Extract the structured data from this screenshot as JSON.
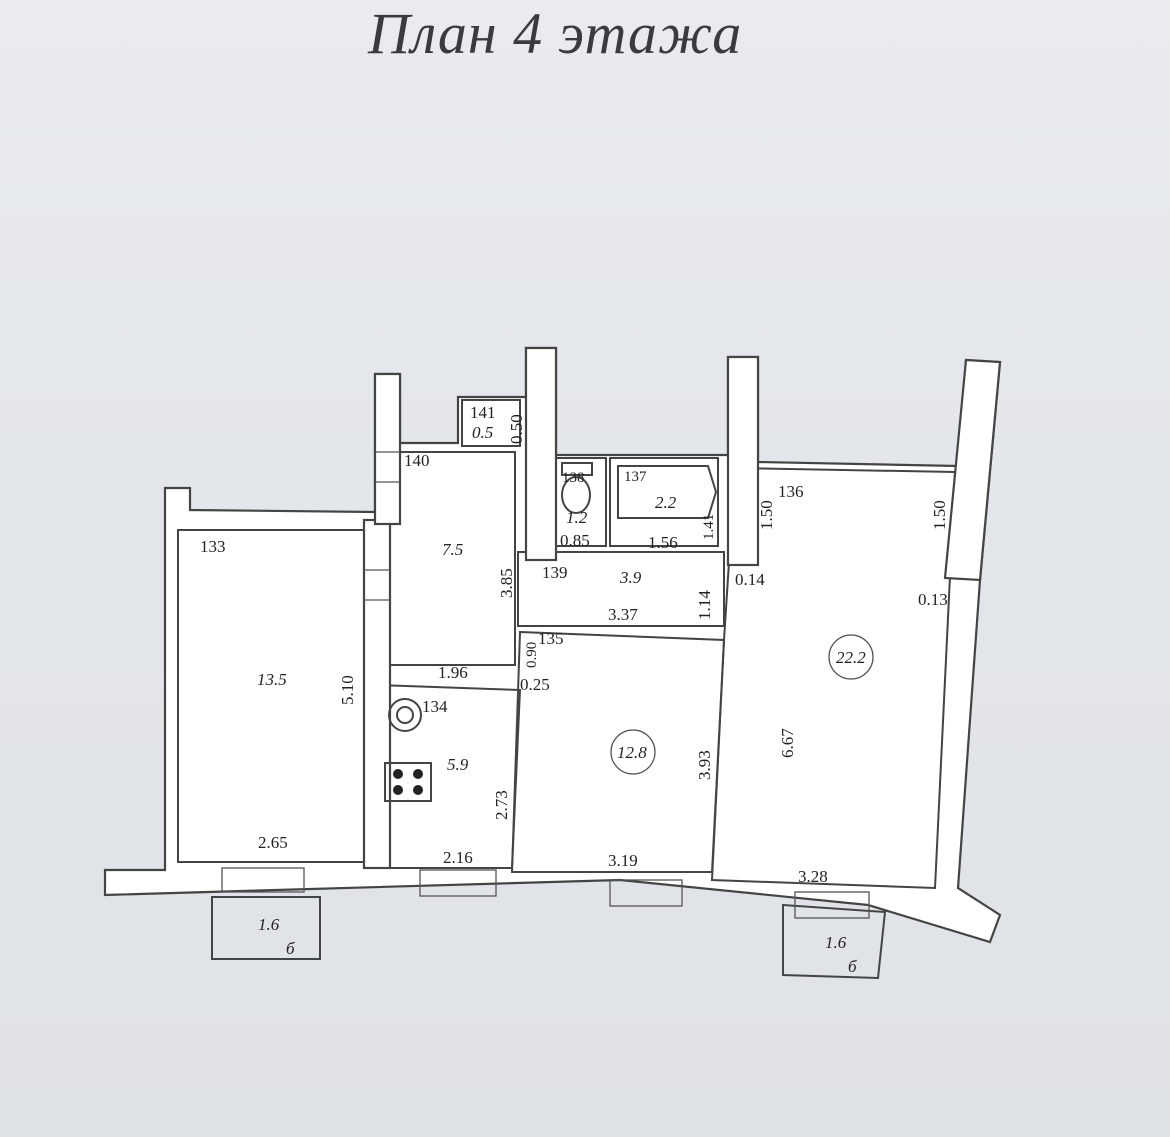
{
  "title": "План  4 этажа",
  "rooms": {
    "room_133": {
      "num": "133",
      "area": "13.5",
      "h": "5.10",
      "w": "2.65"
    },
    "room_140": {
      "num": "140",
      "area": "7.5",
      "h": "3.85",
      "w": "1.96"
    },
    "room_141": {
      "num": "141",
      "area": "0.5",
      "h": "0.50"
    },
    "room_138": {
      "num": "138",
      "area": "1.2",
      "w": "0.85"
    },
    "room_137": {
      "num": "137",
      "area": "2.2",
      "w": "1.56",
      "h": "1.41"
    },
    "room_139": {
      "num": "139",
      "area": "3.9",
      "w": "3.37",
      "h": "1.14"
    },
    "room_134": {
      "num": "134",
      "area": "5.9",
      "h": "2.73",
      "w": "2.16"
    },
    "room_135": {
      "num": "135",
      "area": "12.8",
      "h": "3.93",
      "w": "3.19",
      "d1": "0.90",
      "d2": "0.25"
    },
    "room_136": {
      "num": "136",
      "area": "22.2",
      "h": "6.67",
      "w": "3.28",
      "a": "1.50",
      "b": "1.50",
      "c": "0.14",
      "d": "0.13"
    }
  },
  "balconies": [
    {
      "area": "1.6",
      "mark": "б"
    },
    {
      "area": "1.6",
      "mark": "б"
    }
  ]
}
